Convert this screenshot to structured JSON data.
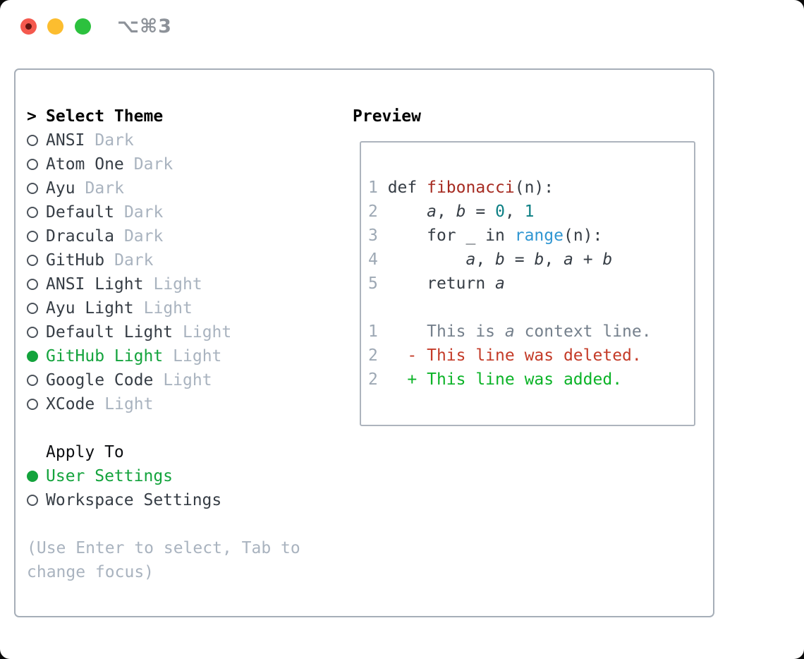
{
  "window": {
    "title": "⌥⌘3",
    "traffic_lights": [
      "close",
      "minimize",
      "zoom"
    ]
  },
  "theme_picker": {
    "header": {
      "prompt": ">",
      "label": "Select Theme"
    },
    "themes": [
      {
        "name": "ANSI",
        "tag": "Dark",
        "selected": false
      },
      {
        "name": "Atom One",
        "tag": "Dark",
        "selected": false
      },
      {
        "name": "Ayu",
        "tag": "Dark",
        "selected": false
      },
      {
        "name": "Default",
        "tag": "Dark",
        "selected": false
      },
      {
        "name": "Dracula",
        "tag": "Dark",
        "selected": false
      },
      {
        "name": "GitHub",
        "tag": "Dark",
        "selected": false
      },
      {
        "name": "ANSI Light",
        "tag": "Light",
        "selected": false
      },
      {
        "name": "Ayu Light",
        "tag": "Light",
        "selected": false
      },
      {
        "name": "Default Light",
        "tag": "Light",
        "selected": false
      },
      {
        "name": "GitHub Light",
        "tag": "Light",
        "selected": true
      },
      {
        "name": "Google Code",
        "tag": "Light",
        "selected": false
      },
      {
        "name": "XCode",
        "tag": "Light",
        "selected": false
      }
    ],
    "apply_to": {
      "label": "Apply To",
      "options": [
        {
          "name": "User Settings",
          "selected": true
        },
        {
          "name": "Workspace Settings",
          "selected": false
        }
      ]
    },
    "hint_lines": [
      "(Use Enter to select, Tab to",
      "change focus)"
    ]
  },
  "preview": {
    "label": "Preview",
    "lines": [
      {
        "tokens": [
          [
            "ln",
            "1 "
          ],
          [
            "plain",
            "def "
          ],
          [
            "func",
            "fibonacci"
          ],
          [
            "plain",
            "(n):"
          ]
        ]
      },
      {
        "tokens": [
          [
            "ln",
            "2"
          ],
          [
            "plain",
            "     "
          ],
          [
            "var",
            "a"
          ],
          [
            "plain",
            ", "
          ],
          [
            "var",
            "b"
          ],
          [
            "plain",
            " = "
          ],
          [
            "num",
            "0"
          ],
          [
            "plain",
            ", "
          ],
          [
            "num",
            "1"
          ]
        ]
      },
      {
        "tokens": [
          [
            "ln",
            "3"
          ],
          [
            "plain",
            "     for _ in "
          ],
          [
            "builtin",
            "range"
          ],
          [
            "plain",
            "(n):"
          ]
        ]
      },
      {
        "tokens": [
          [
            "ln",
            "4"
          ],
          [
            "plain",
            "         "
          ],
          [
            "var",
            "a"
          ],
          [
            "plain",
            ", "
          ],
          [
            "var",
            "b"
          ],
          [
            "plain",
            " = "
          ],
          [
            "var",
            "b"
          ],
          [
            "plain",
            ", "
          ],
          [
            "var",
            "a"
          ],
          [
            "plain",
            " + "
          ],
          [
            "var",
            "b"
          ]
        ]
      },
      {
        "tokens": [
          [
            "ln",
            "5"
          ],
          [
            "plain",
            "     return "
          ],
          [
            "var",
            "a"
          ]
        ]
      },
      {
        "tokens": []
      },
      {
        "tokens": [
          [
            "ln",
            "1"
          ],
          [
            "ctx",
            "     This is "
          ],
          [
            "ctx-var",
            "a"
          ],
          [
            "ctx",
            " context line."
          ]
        ]
      },
      {
        "tokens": [
          [
            "ln",
            "2"
          ],
          [
            "plain",
            "   "
          ],
          [
            "del",
            "- This line was deleted."
          ]
        ]
      },
      {
        "tokens": [
          [
            "ln",
            "2"
          ],
          [
            "plain",
            "   "
          ],
          [
            "add",
            "+ This line was added."
          ]
        ]
      }
    ]
  },
  "colors": {
    "window_bg": "#ffffff",
    "outside": "#0a0a0a",
    "panel_border": "#a6aeb8",
    "text": "#363d45",
    "heading": "#000000",
    "muted": "#a9b3bf",
    "ln": "#9da8b4",
    "accent_green": "#13a33c",
    "func": "#a62b21",
    "num": "#0c7f84",
    "builtin": "#2f96d2",
    "context": "#75808c",
    "deleted": "#c43b28",
    "added": "#0bb327",
    "traffic_red": "#f4594e",
    "traffic_red_dot": "#621511",
    "traffic_yellow": "#fcbd2f",
    "traffic_green": "#2cc13e",
    "title_text": "#8d9299"
  }
}
